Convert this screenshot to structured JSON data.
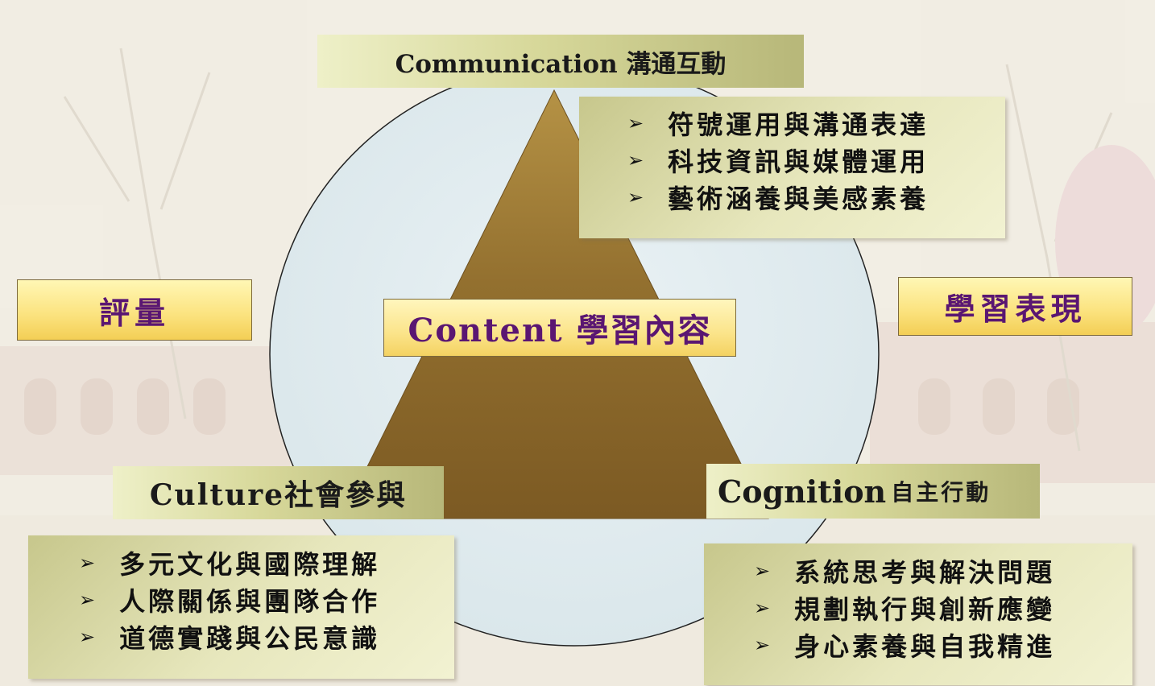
{
  "communication": {
    "title": "Communication 溝通互動",
    "items": [
      "符號運用與溝通表達",
      "科技資訊與媒體運用",
      "藝術涵養與美感素養"
    ]
  },
  "culture": {
    "title": "Culture社會參與",
    "items": [
      "多元文化與國際理解",
      "人際關係與團隊合作",
      "道德實踐與公民意識"
    ]
  },
  "cognition": {
    "title_main": "Cognition",
    "title_sub": "自主行動",
    "items": [
      "系統思考與解決問題",
      "規劃執行與創新應變",
      "身心素養與自我精進"
    ]
  },
  "center": {
    "label": "Content 學習內容"
  },
  "left_label": "評量",
  "right_label": "學習表現",
  "bullet": "➢",
  "colors": {
    "triangle_top": "#a88a3b",
    "triangle_bottom": "#8a6428",
    "circle_fill": "#e3edf1",
    "label_text": "#5a1672"
  }
}
